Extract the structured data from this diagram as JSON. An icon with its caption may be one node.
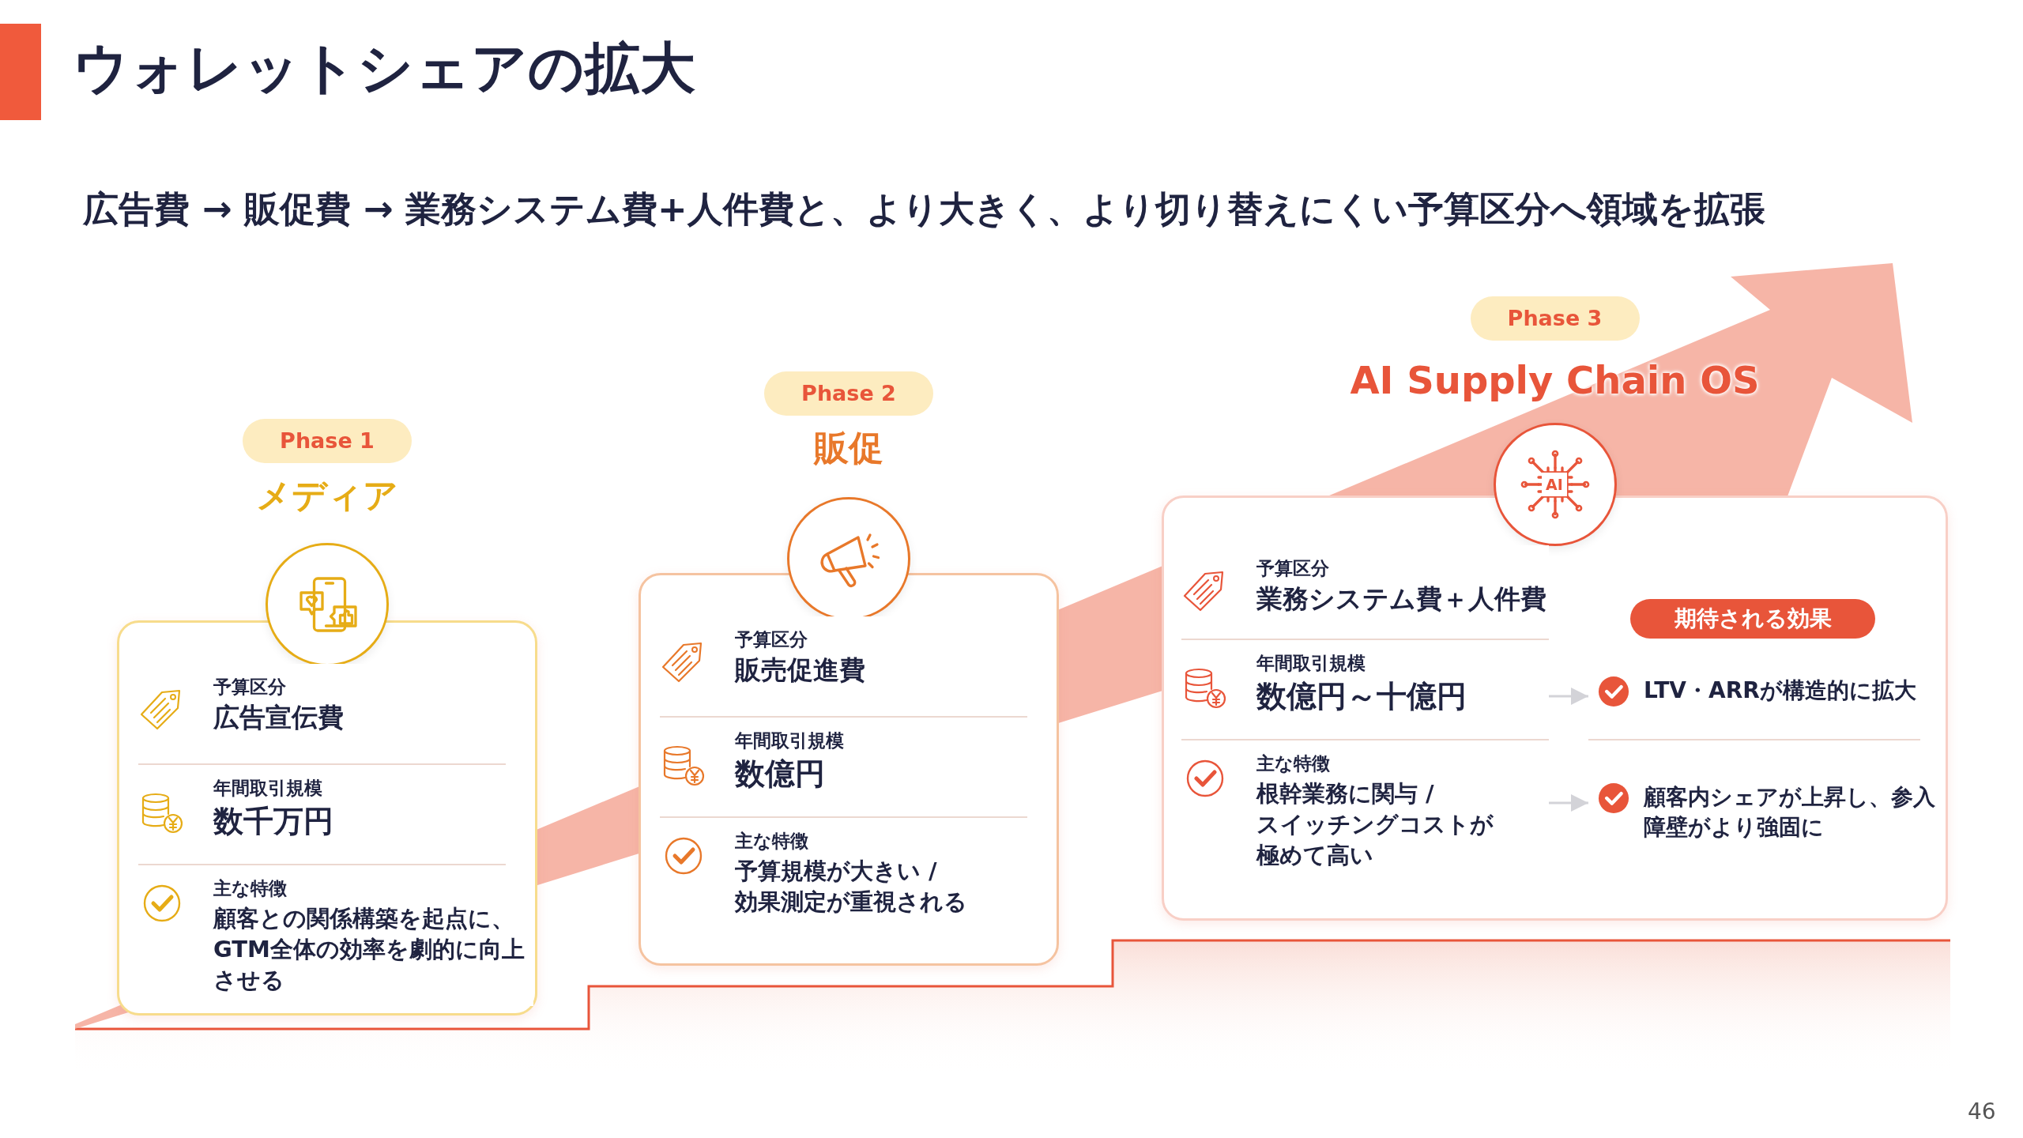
{
  "diagram": {
    "title": "ウォレットシェアの拡大",
    "nodes": [
      {
        "text": [
          "Phase 1",
          "メディア"
        ]
      },
      {
        "text": [
          "予算区分",
          "広告宣伝費"
        ],
        "in": 0
      },
      {
        "text": [
          "年間取引規模",
          "数千万円"
        ],
        "in": 0
      },
      {
        "text": [
          "主な特徴",
          "顧客との関係構築を起点に、GTM全体の効率を劇的に向上させる"
        ],
        "in": 0
      },
      {
        "text": [
          "Phase 2",
          "販促"
        ]
      },
      {
        "text": [
          "予算区分",
          "販売促進費"
        ],
        "in": 4
      },
      {
        "text": [
          "年間取引規模",
          "数億円"
        ],
        "in": 4
      },
      {
        "text": [
          "主な特徴",
          "予算規模が大きい / 効果測定が重視される"
        ],
        "in": 4
      },
      {
        "text": [
          "Phase 3",
          "AI Supply Chain OS"
        ]
      },
      {
        "text": [
          "予算区分",
          "業務システム費＋人件費"
        ],
        "in": 8
      },
      {
        "text": [
          "年間取引規模",
          "数億円～十億円"
        ],
        "in": 8
      },
      {
        "text": [
          "主な特徴",
          "根幹業務に関与 / スイッチングコストが極めて高い"
        ],
        "in": 8
      },
      {
        "text": [
          "期待される効果"
        ],
        "in": 8
      },
      {
        "text": [
          "LTV・ARRが構造的に拡大"
        ],
        "in": 8
      },
      {
        "text": [
          "顧客内シェアが上昇し、参入障壁がより強固に"
        ],
        "in": 8
      }
    ],
    "edges": [
      {
        "from": 10,
        "to": 13,
        "arrow": "to"
      },
      {
        "from": 11,
        "to": 14,
        "arrow": "to"
      }
    ],
    "labels": [
      "広告費 → 販促費 → 業務システム費+人件費と、より大きく、より切り替えにくい予算区分へ領域を拡張",
      "AI",
      "46"
    ]
  }
}
